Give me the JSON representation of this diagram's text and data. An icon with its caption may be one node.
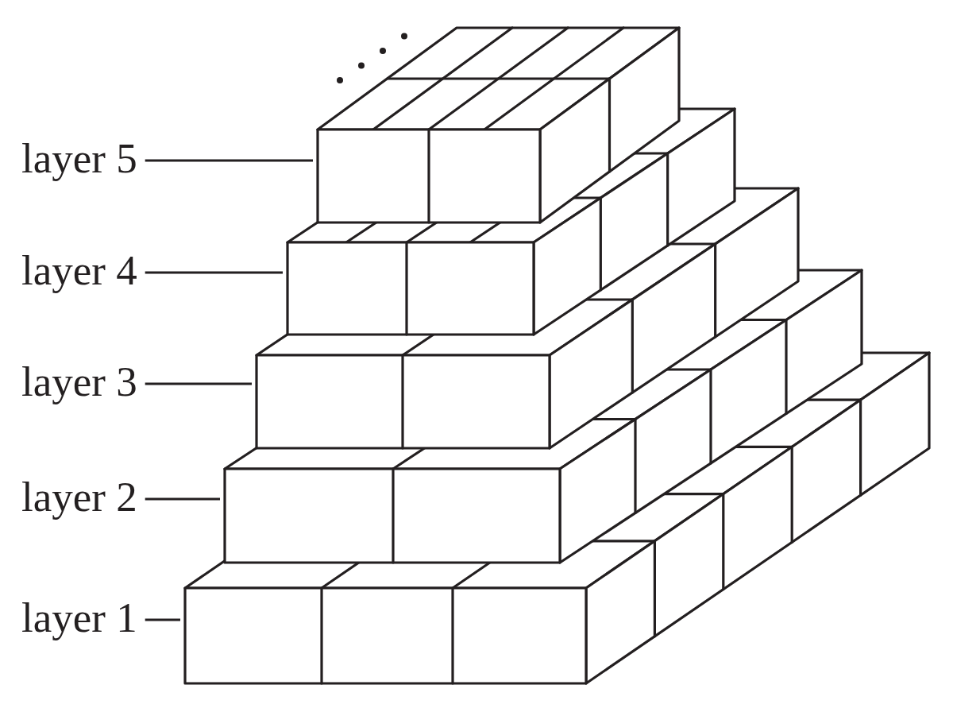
{
  "diagram": {
    "nodes": [
      {
        "text": [
          "layer 5"
        ]
      },
      {
        "text": [
          "layer 4"
        ]
      },
      {
        "text": [
          "layer 3"
        ]
      },
      {
        "text": [
          "layer 2"
        ]
      },
      {
        "text": [
          "layer 1"
        ]
      },
      {
        "text": [],
        "shape": "box"
      },
      {
        "text": [],
        "shape": "box"
      },
      {
        "text": [],
        "shape": "box"
      },
      {
        "text": [],
        "shape": "box"
      },
      {
        "text": [],
        "shape": "box"
      }
    ],
    "edges": [
      {
        "from": 0,
        "to": 5,
        "arrow": "none"
      },
      {
        "from": 1,
        "to": 6,
        "arrow": "none"
      },
      {
        "from": 2,
        "to": 7,
        "arrow": "none"
      },
      {
        "from": 3,
        "to": 8,
        "arrow": "none"
      },
      {
        "from": 4,
        "to": 9,
        "arrow": "none"
      }
    ]
  }
}
